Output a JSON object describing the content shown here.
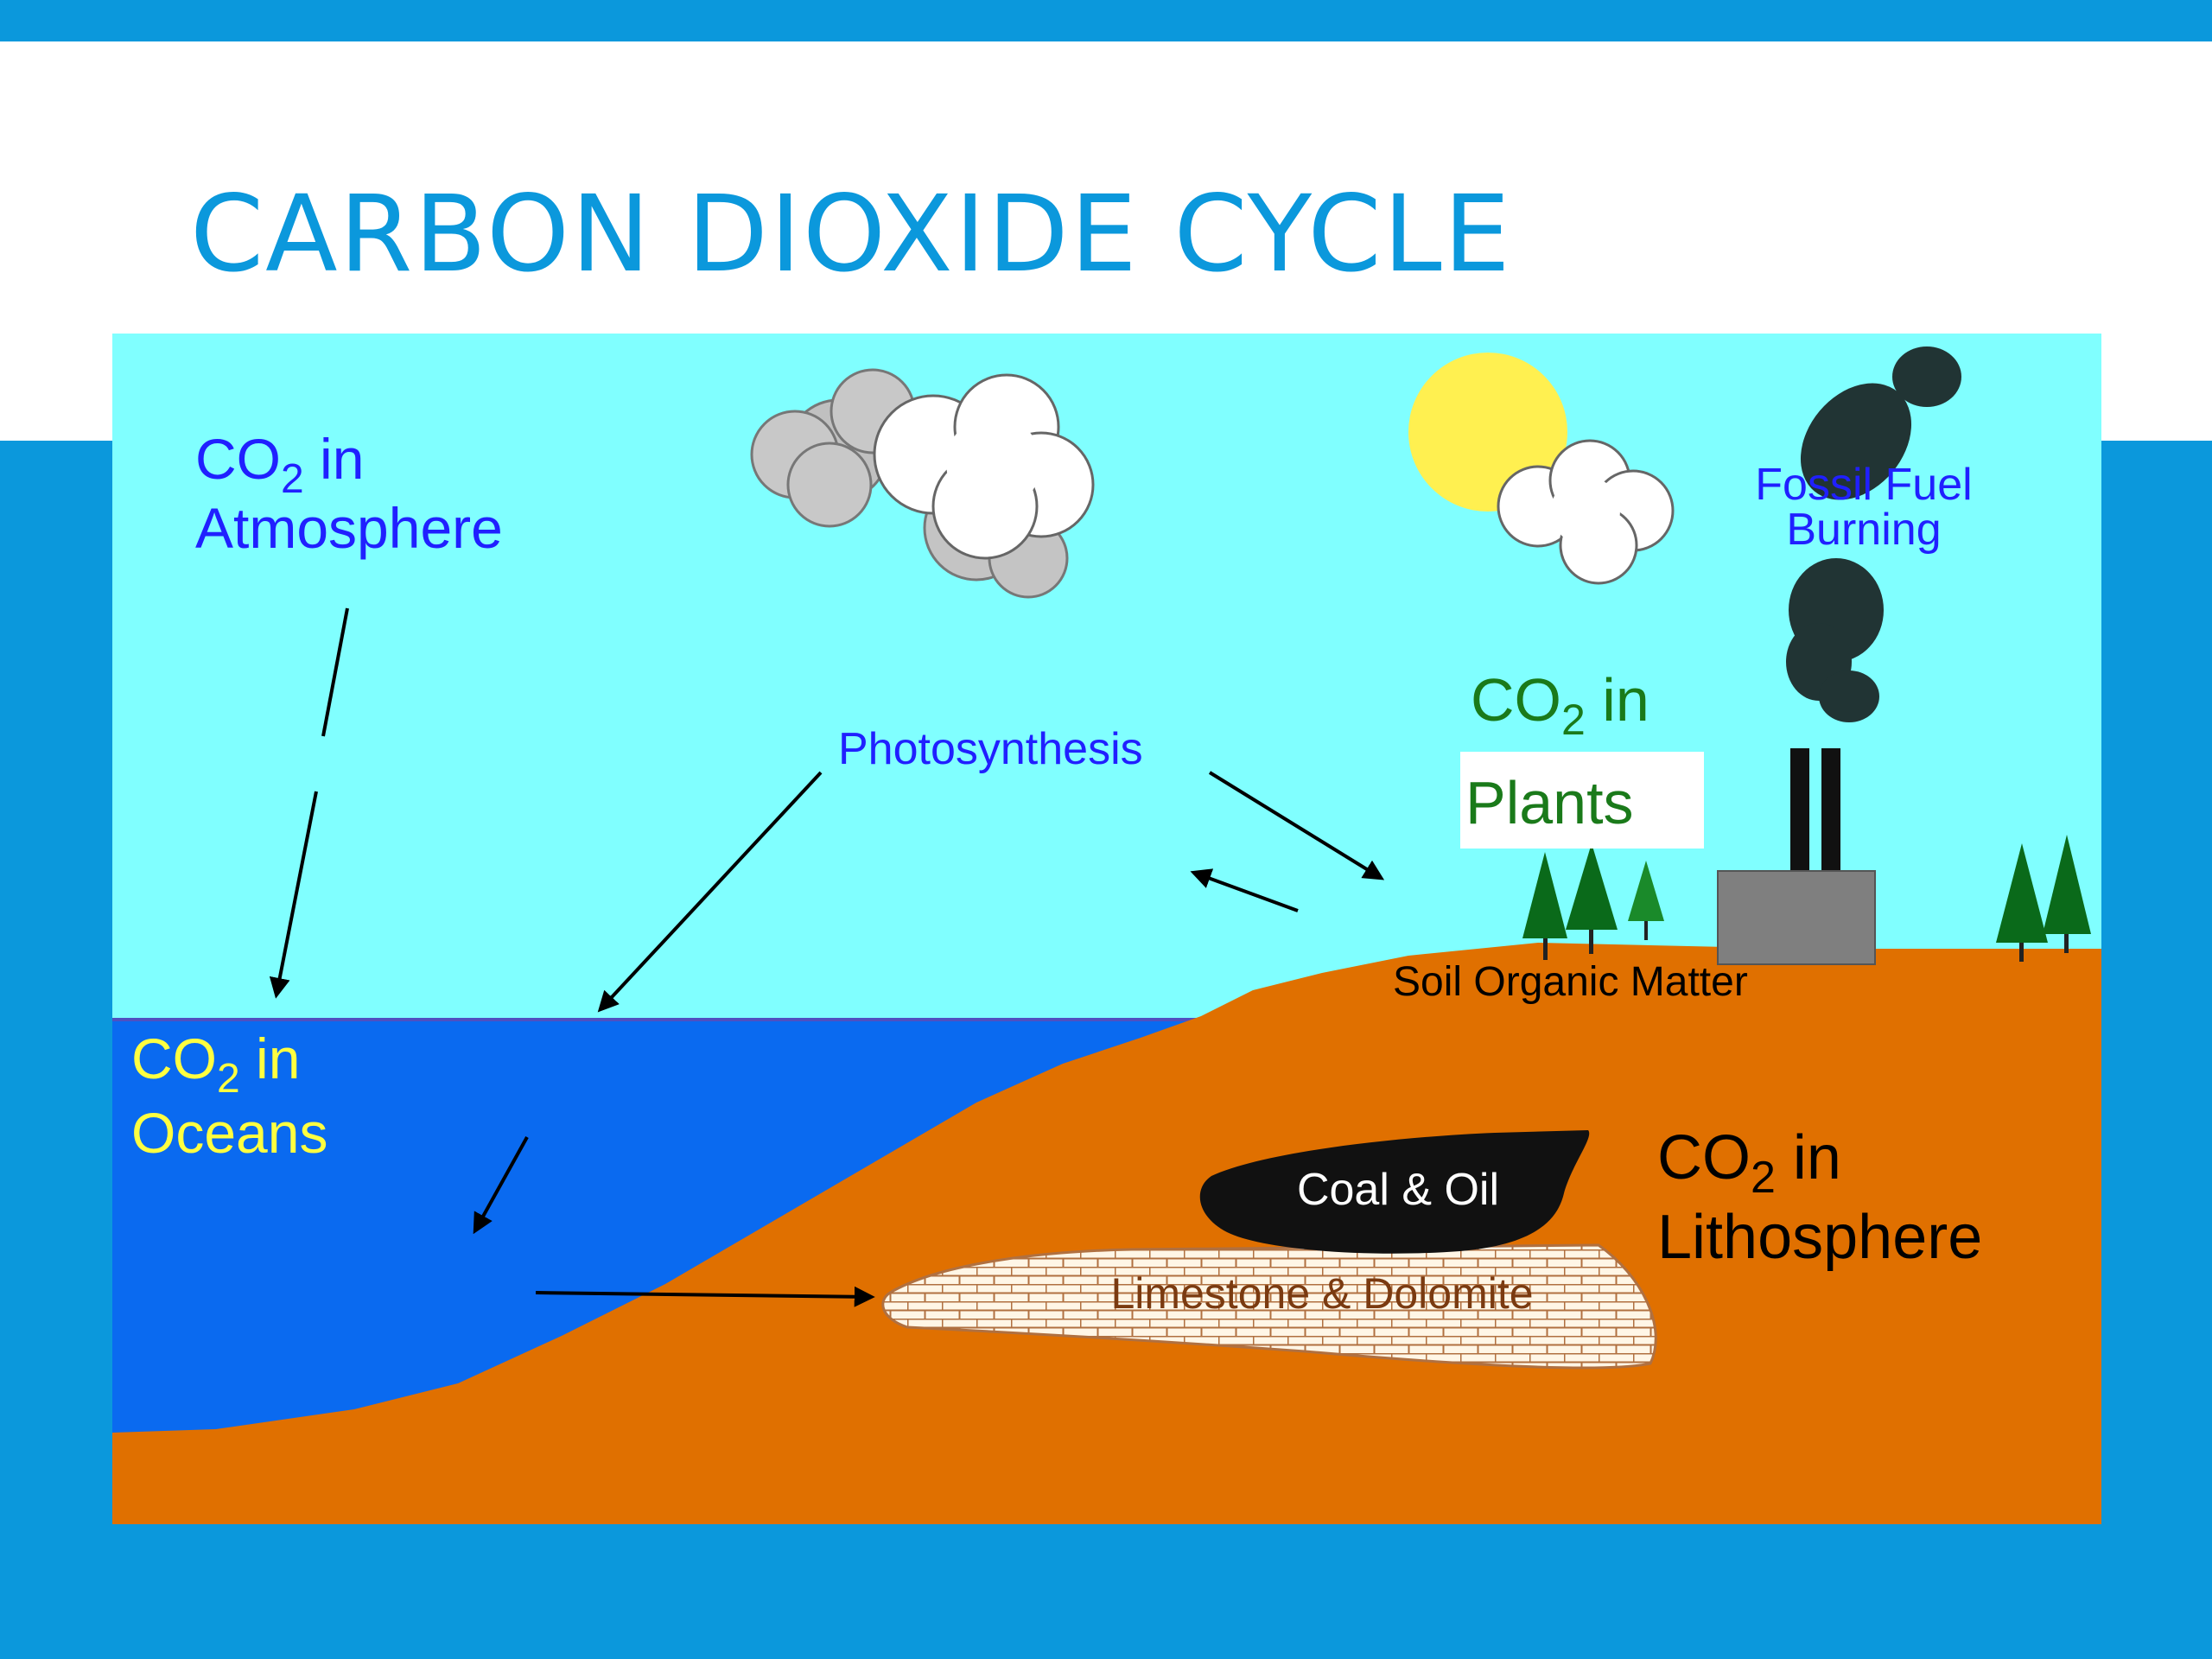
{
  "slide": {
    "title": "CARBON DIOXIDE CYCLE"
  },
  "labels": {
    "atmosphere": {
      "line1": "CO",
      "sub": "2",
      "line1_tail": " in",
      "line2": "Atmosphere"
    },
    "plants": {
      "line1": "CO",
      "sub": "2",
      "line1_tail": " in",
      "line2": "Plants"
    },
    "oceans": {
      "line1": "CO",
      "sub": "2",
      "line1_tail": " in",
      "line2": "Oceans"
    },
    "lithosphere": {
      "line1": "CO",
      "sub": "2",
      "line1_tail": " in",
      "line2": "Lithosphere"
    },
    "photosynthesis": "Photosynthesis",
    "fossil_fuel_line1": "Fossil Fuel",
    "fossil_fuel_line2": "Burning",
    "soil": "Soil Organic Matter",
    "coal": "Coal & Oil",
    "limestone": "Limestone & Dolomite"
  },
  "colors": {
    "accent": "#0b98dc",
    "sky": "#80ffff",
    "ocean": "#0a6af0",
    "land": "#e07000",
    "tree": "#0a6a1a",
    "sun": "#fff050",
    "atmosphere_text": "#2020ff",
    "plants_text": "#1a7a1a",
    "oceans_text": "#ffff40",
    "lithosphere_text": "#000000"
  }
}
